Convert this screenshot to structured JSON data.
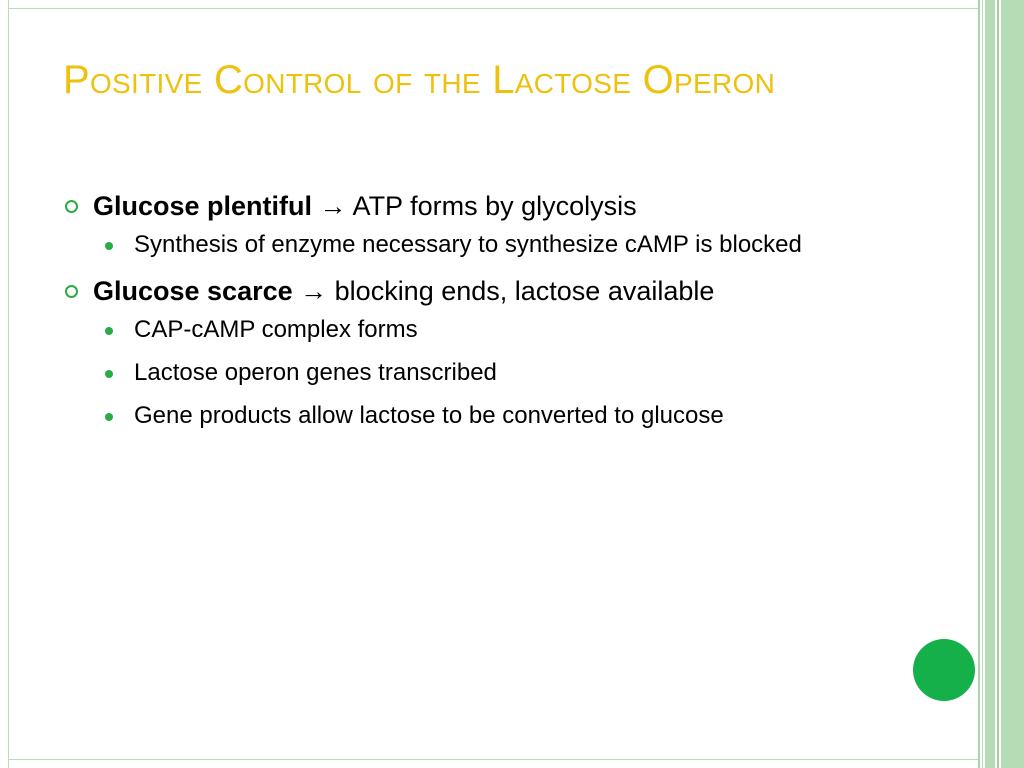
{
  "slide": {
    "title": "Positive Control of the Lactose Operon",
    "bullets": [
      {
        "bold": "Glucose plentiful",
        "arrow": "→",
        "text": " ATP forms by glycolysis",
        "sub": [
          "Synthesis of enzyme necessary to synthesize cAMP is blocked"
        ]
      },
      {
        "bold": "Glucose scarce",
        "arrow": "→",
        "text": " blocking ends, lactose available",
        "sub": [
          "CAP-cAMP complex forms",
          "Lactose operon genes transcribed",
          "Gene products allow lactose to be converted to glucose"
        ]
      }
    ]
  },
  "theme": {
    "title_color": "#eec10f",
    "bullet_color": "#2bab44",
    "accent_dot_color": "#15b04a",
    "stripe_color": "#b5dcb5"
  }
}
